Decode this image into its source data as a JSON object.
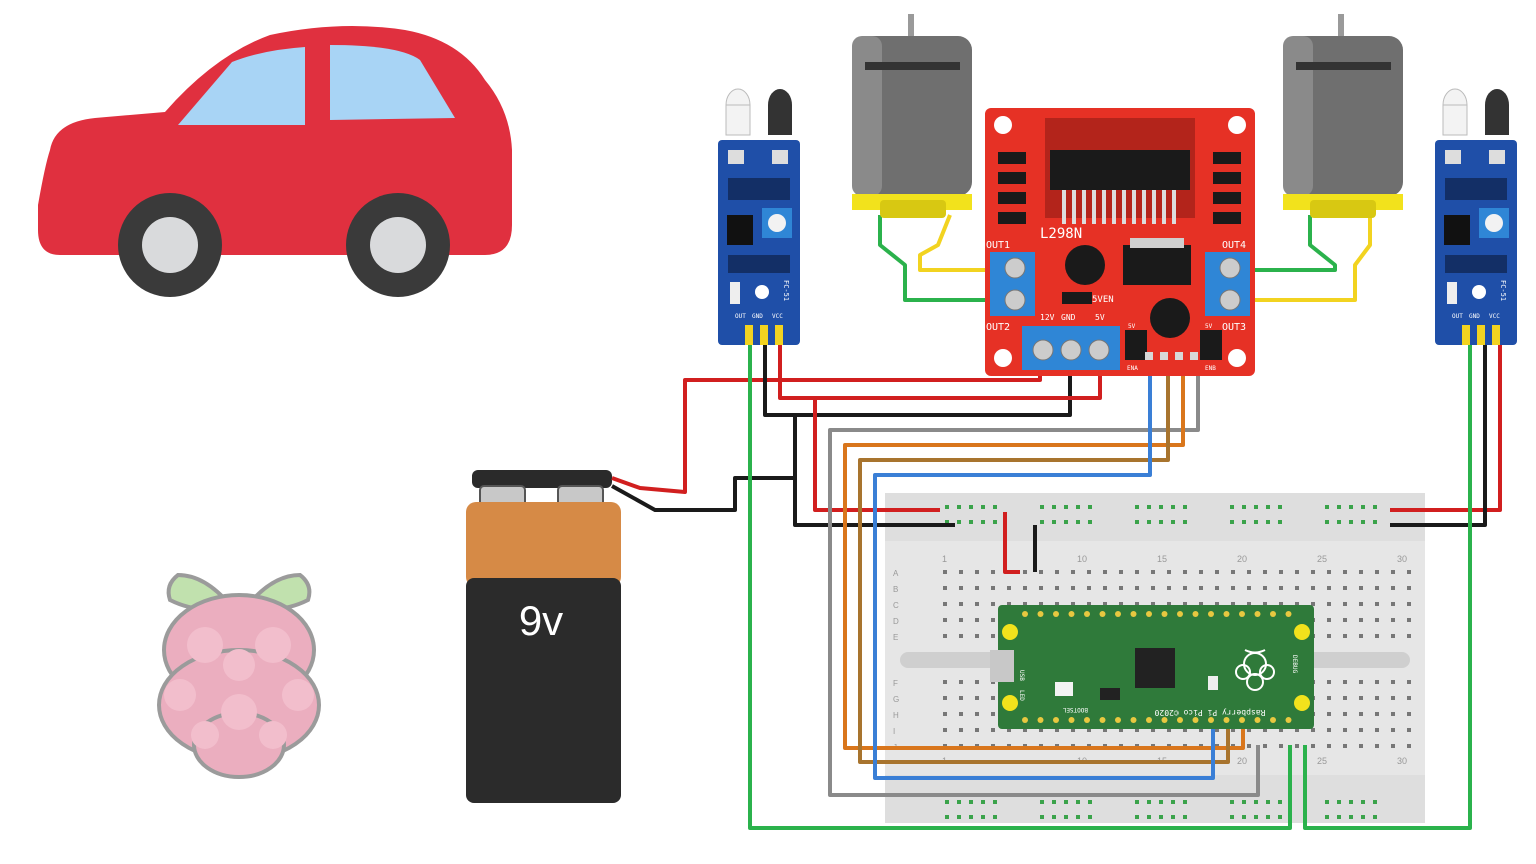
{
  "battery": {
    "label": "9v"
  },
  "driver": {
    "chip_label": "L298N",
    "out1": "OUT1",
    "out2": "OUT2",
    "out3": "OUT3",
    "out4": "OUT4",
    "power_12v": "12V",
    "power_gnd": "GND",
    "power_5v": "5V",
    "enable_5v": "5VEN",
    "en_a": "ENA",
    "en_b": "ENB",
    "pin_5v_left": "5V",
    "pin_5v_right": "5V"
  },
  "ir_sensor": {
    "out": "OUT",
    "gnd": "GND",
    "vcc": "VCC",
    "model": "FC-51"
  },
  "pico": {
    "label": "Raspberry Pi Pico ©2020",
    "bootsel": "BOOTSEL",
    "usb": "USB",
    "debug": "DEBUG",
    "led": "LED"
  },
  "breadboard": {
    "col_numbers": [
      "1",
      "10",
      "15",
      "20",
      "25",
      "30"
    ],
    "row_letters_top": [
      "A",
      "B",
      "C",
      "D",
      "E"
    ],
    "row_letters_bottom": [
      "F",
      "G",
      "H",
      "I",
      "J"
    ]
  },
  "colors": {
    "car_body": "#e0303f",
    "car_window": "#a8d4f5",
    "wire_red": "#d11f1f",
    "wire_black": "#1a1a1a",
    "wire_green": "#2bb24c",
    "wire_yellow": "#f2d320",
    "wire_blue": "#3a7fd6",
    "wire_orange": "#d9761c",
    "wire_brown": "#a8742e",
    "wire_gray": "#8a8a8a",
    "driver_board": "#e63125",
    "sensor_board": "#1f4fa8",
    "pico_board": "#2f7a3a",
    "raspberry_berry": "#e8a0b4",
    "raspberry_leaf": "#b7dca0"
  }
}
